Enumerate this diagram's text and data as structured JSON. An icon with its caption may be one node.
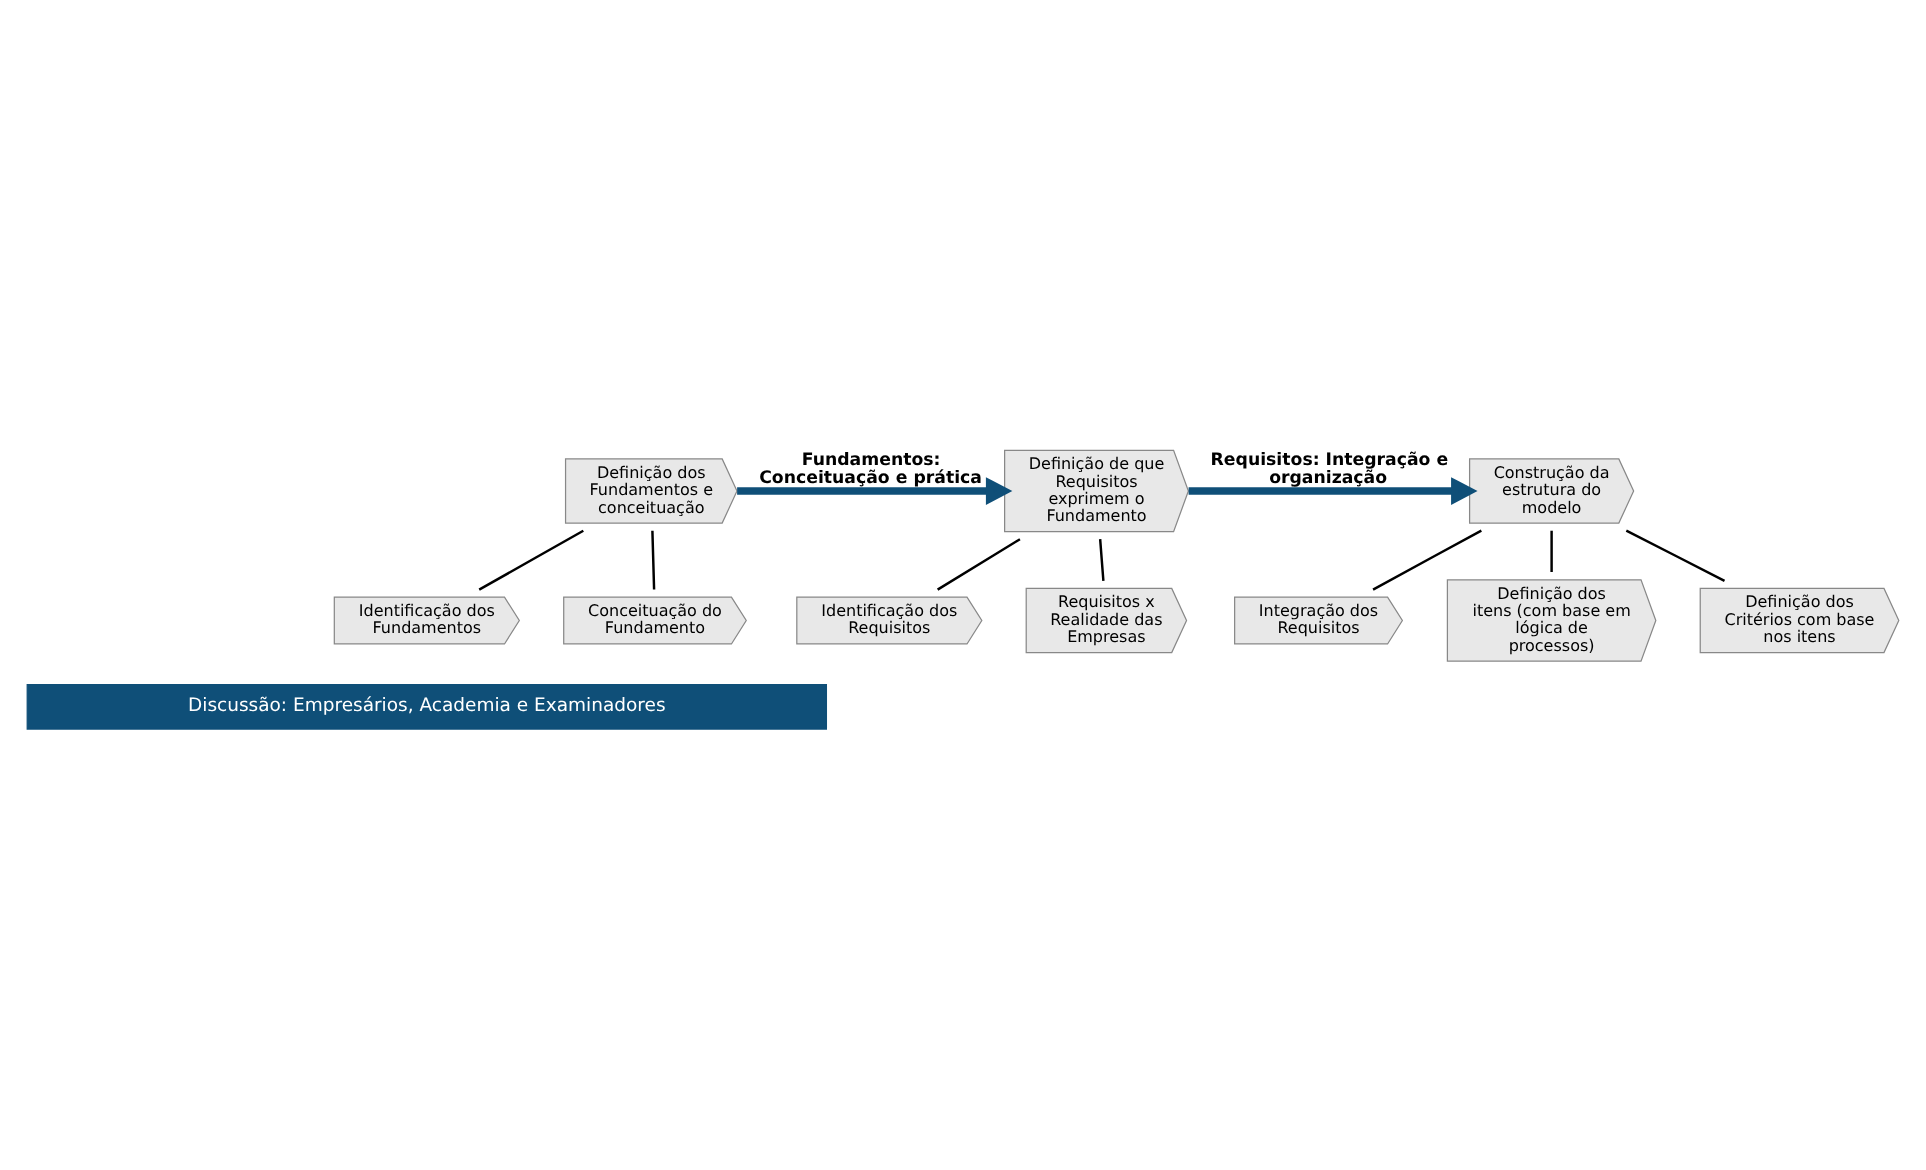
{
  "diagram": {
    "nodes": [
      {
        "text": [
          "Definição dos Fundamentos e conceituação"
        ]
      },
      {
        "text": [
          "Identificação dos Fundamentos"
        ]
      },
      {
        "text": [
          "Conceituação do Fundamento"
        ]
      },
      {
        "text": [
          "Definição de que Requisitos exprimem o Fundamento"
        ]
      },
      {
        "text": [
          "Identificação dos Requisitos"
        ]
      },
      {
        "text": [
          "Requisitos x Realidade das Empresas"
        ]
      },
      {
        "text": [
          "Construção da estrutura do modelo"
        ]
      },
      {
        "text": [
          "Integração dos Requisitos"
        ]
      },
      {
        "text": [
          "Definição dos itens (com base em lógica de processos)"
        ]
      },
      {
        "text": [
          "Definição dos Critérios com base nos itens"
        ]
      },
      {
        "text": [
          "Discussão: Empresários, Academia e Examinadores"
        ]
      }
    ],
    "edges": [
      {
        "from": 0,
        "to": 3,
        "arrow": "to",
        "label": "Fundamentos: Conceituação e prática",
        "style": "thick",
        "color": "#0f4f78"
      },
      {
        "from": 3,
        "to": 6,
        "arrow": "to",
        "label": "Requisitos: Integração e organização",
        "style": "thick",
        "color": "#0f4f78"
      },
      {
        "from": 0,
        "to": 1,
        "arrow": "none"
      },
      {
        "from": 0,
        "to": 2,
        "arrow": "none"
      },
      {
        "from": 3,
        "to": 4,
        "arrow": "none"
      },
      {
        "from": 3,
        "to": 5,
        "arrow": "none"
      },
      {
        "from": 6,
        "to": 7,
        "arrow": "none"
      },
      {
        "from": 6,
        "to": 8,
        "arrow": "none"
      },
      {
        "from": 6,
        "to": 9,
        "arrow": "none"
      }
    ]
  }
}
